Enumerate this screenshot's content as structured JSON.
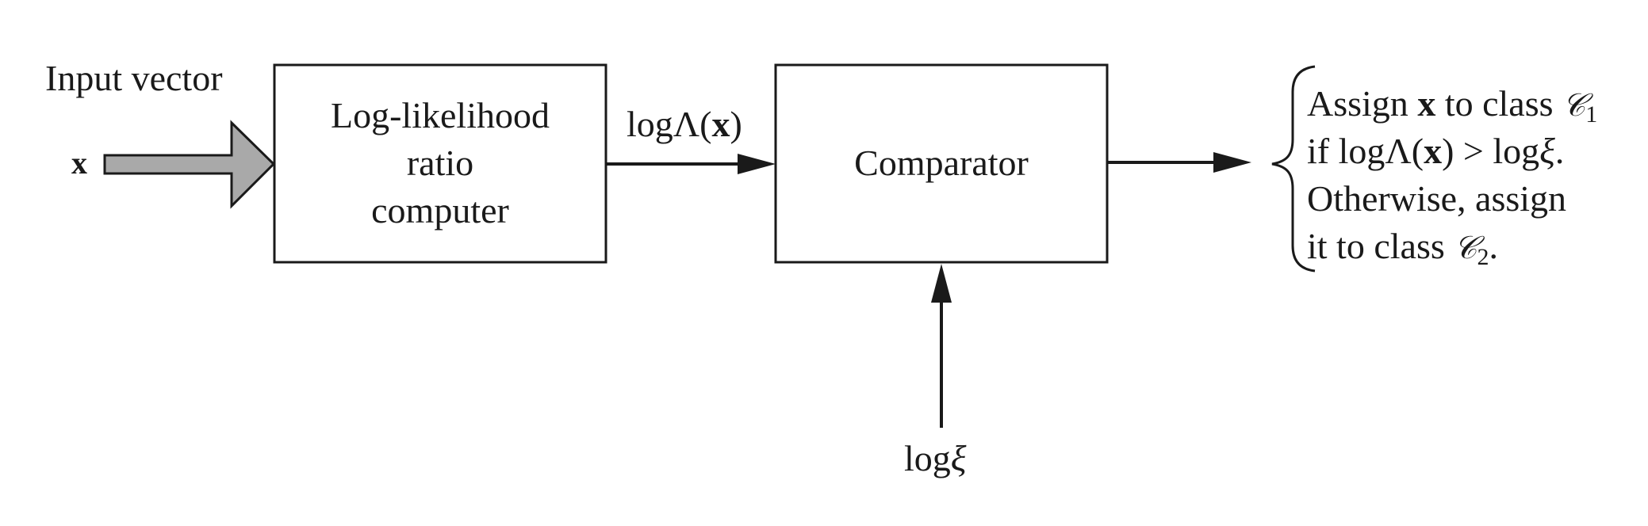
{
  "diagram": {
    "input": {
      "label": "Input vector",
      "symbol": "x"
    },
    "blocks": {
      "llr": {
        "lines": [
          "Log-likelihood",
          "ratio",
          "computer"
        ]
      },
      "comparator": {
        "label": "Comparator"
      }
    },
    "signal_llr": {
      "prefix": "log",
      "lambda": "Λ(",
      "x": "x",
      "close": ")"
    },
    "threshold": {
      "prefix": "log",
      "xi": "ξ"
    },
    "decision": {
      "line1_a": "Assign ",
      "line1_x": "x",
      "line1_b": " to class ",
      "class_symbol": "𝒞",
      "class1_sub": "1",
      "line2_a": "if log",
      "line2_lambda": "Λ(",
      "line2_x": "x",
      "line2_b": ") > log",
      "line2_xi": "ξ",
      "line2_end": ".",
      "line3": "Otherwise, assign",
      "line4_a": "it to class ",
      "class2_sub": "2",
      "line4_end": "."
    },
    "colors": {
      "line": "#1a1a1a",
      "input_arrow_fill": "#a9a9a9"
    }
  }
}
